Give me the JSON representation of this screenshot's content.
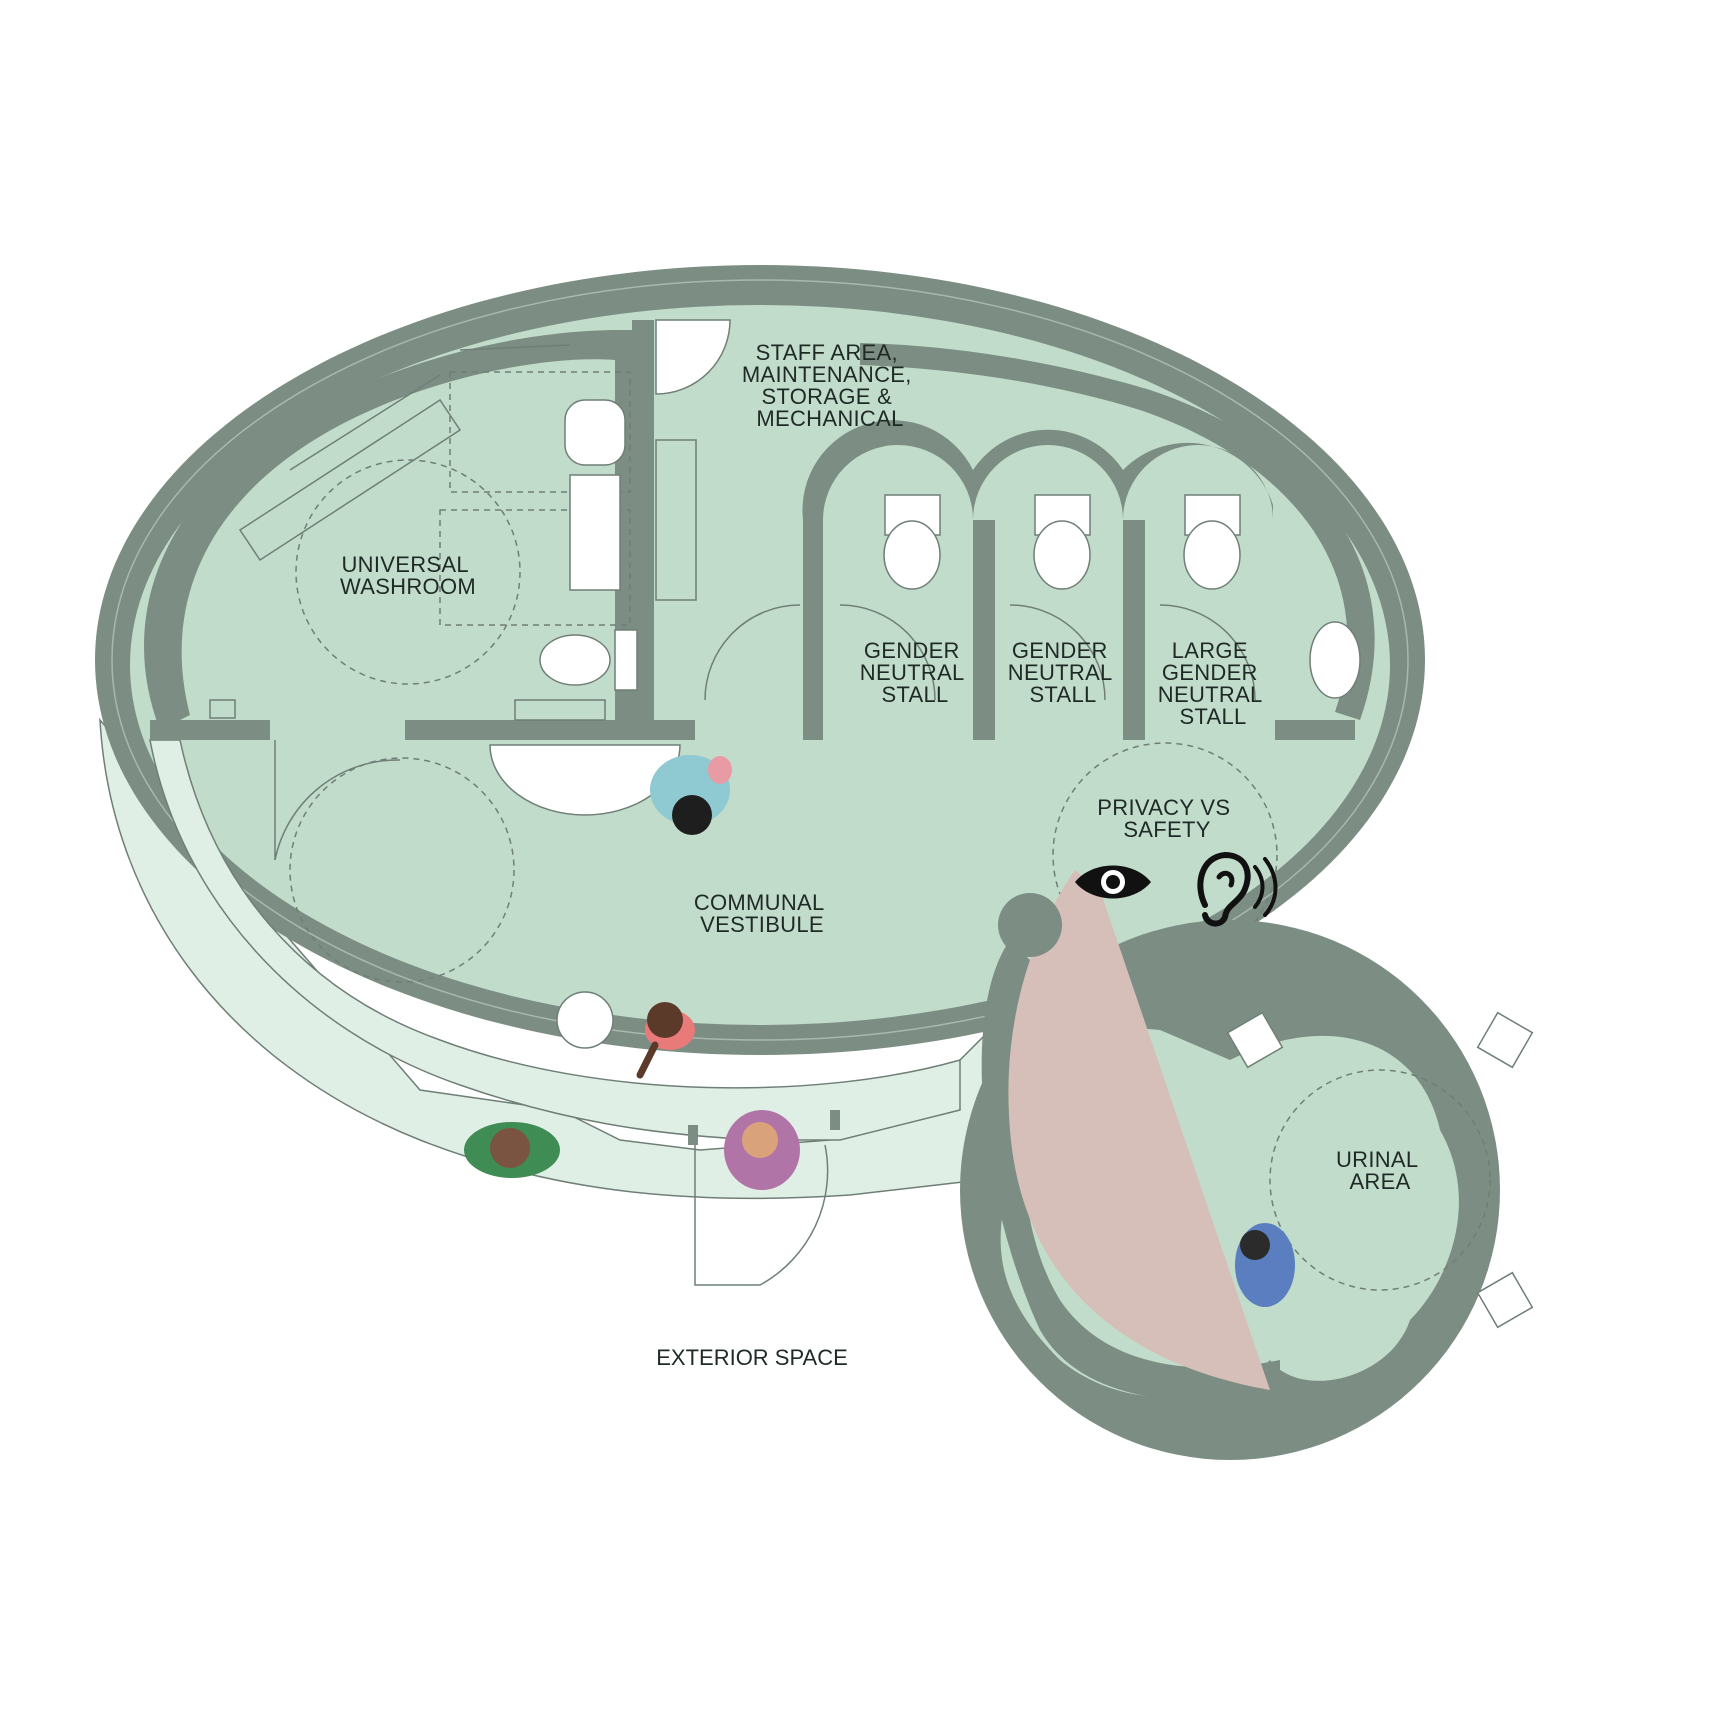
{
  "colors": {
    "wall": "#7c8e83",
    "floor": "#c2dccb",
    "exterior_floor": "#e0efe6",
    "sightline": "#d6bfb8",
    "fixture": "#ffffff",
    "line": "#6f7f77"
  },
  "labels": {
    "staff_area": [
      "STAFF AREA,",
      "MAINTENANCE,",
      "STORAGE &",
      "MECHANICAL"
    ],
    "universal_washroom": [
      "UNIVERSAL",
      "WASHROOM"
    ],
    "stall_1": [
      "GENDER",
      "NEUTRAL",
      "STALL"
    ],
    "stall_2": [
      "GENDER",
      "NEUTRAL",
      "STALL"
    ],
    "stall_3": [
      "LARGE",
      "GENDER",
      "NEUTRAL",
      "STALL"
    ],
    "privacy": [
      "PRIVACY VS",
      "SAFETY"
    ],
    "vestibule": [
      "COMMUNAL",
      "VESTIBULE"
    ],
    "urinal": [
      "URINAL",
      "AREA"
    ],
    "exterior": "EXTERIOR SPACE"
  },
  "icons": {
    "eye": "eye-icon",
    "ear": "ear-sound-icon"
  }
}
